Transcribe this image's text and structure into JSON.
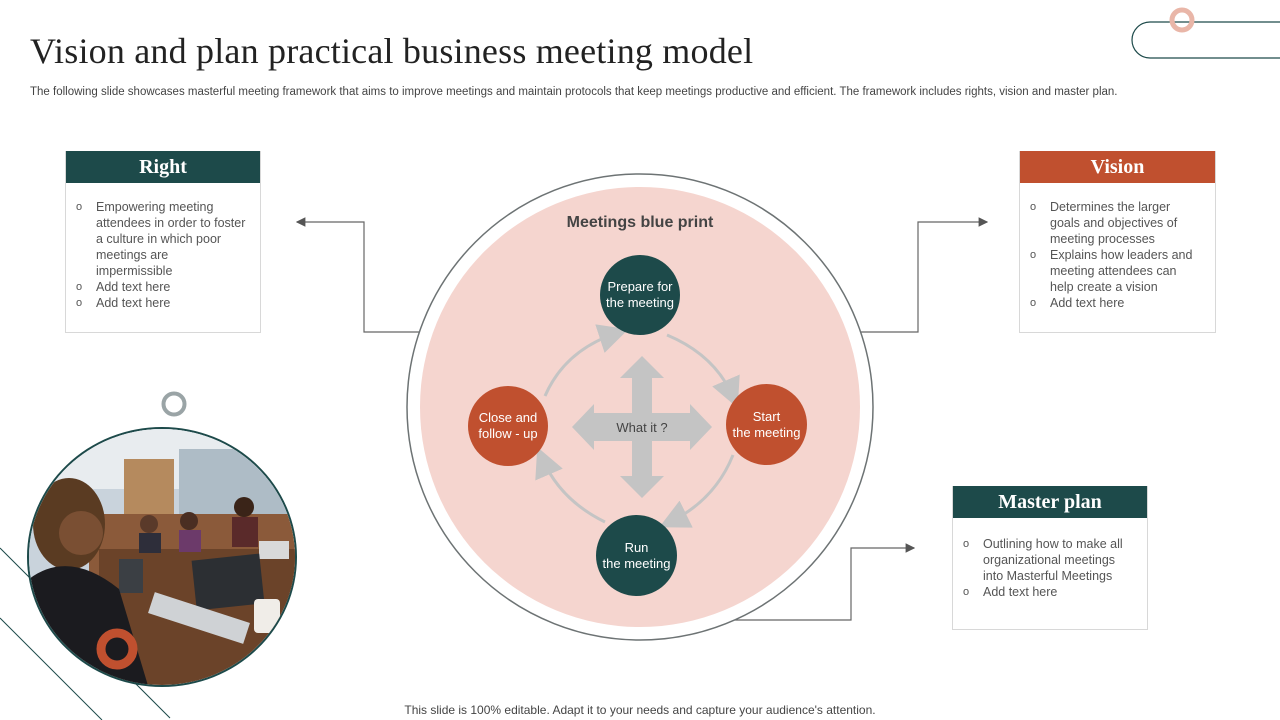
{
  "title": "Vision and plan practical business meeting model",
  "subtitle": "The following slide showcases masterful meeting framework that aims to improve meetings and maintain protocols that keep meetings productive and efficient. The framework includes rights, vision and master plan.",
  "footer": "This slide is 100% editable. Adapt it to your needs and capture your audience's attention.",
  "colors": {
    "teal": "#1d4a4a",
    "rust": "#c0502f",
    "pink": "#f5d5cf",
    "arrow_gray": "#c4c4c4"
  },
  "bullet_glyph": "o",
  "right": {
    "heading": "Right",
    "items": [
      "Empowering meeting attendees in order to foster a culture in which poor meetings are impermissible",
      "Add text here",
      "Add text here"
    ]
  },
  "vision": {
    "heading": "Vision",
    "items": [
      "Determines the larger goals and objectives of meeting processes",
      "Explains how leaders and meeting attendees can help create a vision",
      "Add text here"
    ]
  },
  "master_plan": {
    "heading": "Master plan",
    "items": [
      "Outlining how to make all organizational meetings into Masterful Meetings",
      "Add text here"
    ]
  },
  "blueprint": {
    "title": "Meetings blue print",
    "center": "What it ?",
    "nodes": {
      "prepare": [
        "Prepare for",
        "the meeting"
      ],
      "start": [
        "Start",
        "the meeting"
      ],
      "run": [
        "Run",
        "the meeting"
      ],
      "close": [
        "Close and",
        "follow - up"
      ]
    }
  }
}
